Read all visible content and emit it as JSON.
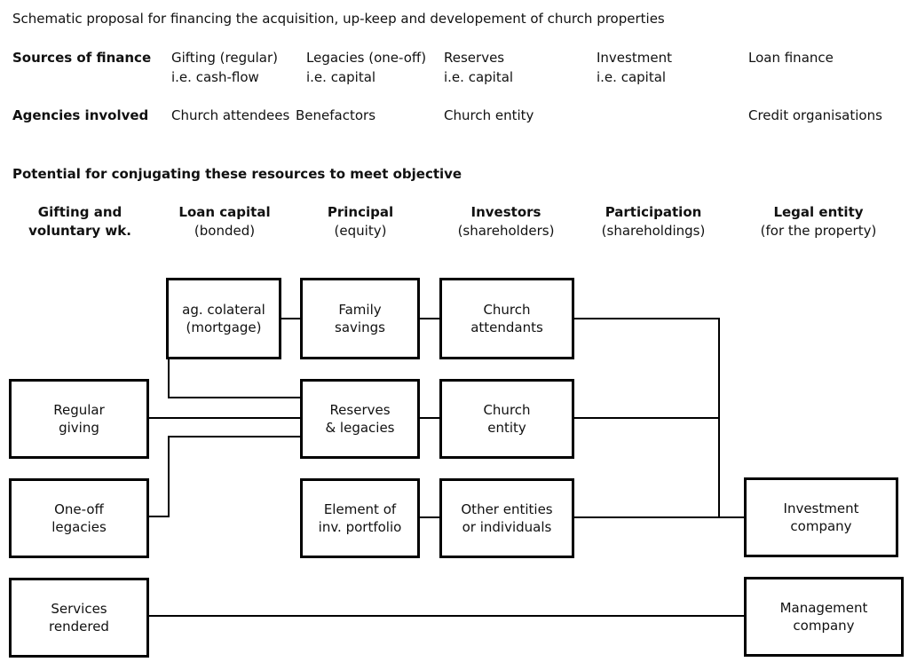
{
  "title": "Schematic proposal for financing the acquisition, up-keep and developement of church properties",
  "finance_matrix": {
    "sources_label": "Sources of finance",
    "sources": [
      {
        "name": "Gifting (regular)",
        "note": "i.e. cash-flow"
      },
      {
        "name": "Legacies (one-off)",
        "note": "i.e. capital"
      },
      {
        "name": "Reserves",
        "note": "i.e. capital"
      },
      {
        "name": "Investment",
        "note": "i.e. capital"
      },
      {
        "name": "Loan finance",
        "note": ""
      }
    ],
    "agencies_label": "Agencies involved",
    "agencies": [
      "Church attendees",
      "Benefactors",
      "Church entity",
      "Credit organisations"
    ]
  },
  "section_heading": "Potential for conjugating these resources to meet objective",
  "columns": [
    {
      "title": "Gifting and",
      "subtitle": "voluntary wk."
    },
    {
      "title": "Loan capital",
      "subtitle": "(bonded)"
    },
    {
      "title": "Principal",
      "subtitle": "(equity)"
    },
    {
      "title": "Investors",
      "subtitle": "(shareholders)"
    },
    {
      "title": "Participation",
      "subtitle": "(shareholdings)"
    },
    {
      "title": "Legal entity",
      "subtitle": "(for the property)"
    }
  ],
  "boxes": {
    "ag_colateral": "ag. colateral\n(mortgage)",
    "family_savings": "Family\nsavings",
    "church_attendants": "Church\nattendants",
    "regular_giving": "Regular\ngiving",
    "reserves_legacies": "Reserves\n& legacies",
    "church_entity": "Church\nentity",
    "one_off_legacies": "One-off\nlegacies",
    "element_portfolio": "Element of\ninv. portfolio",
    "other_entities": "Other entities\nor individuals",
    "investment_company": "Investment\ncompany",
    "services_rendered": "Services\nrendered",
    "management_company": "Management\ncompany"
  },
  "colors": {
    "line": "#000000",
    "background": "#ffffff",
    "text": "#111111"
  }
}
